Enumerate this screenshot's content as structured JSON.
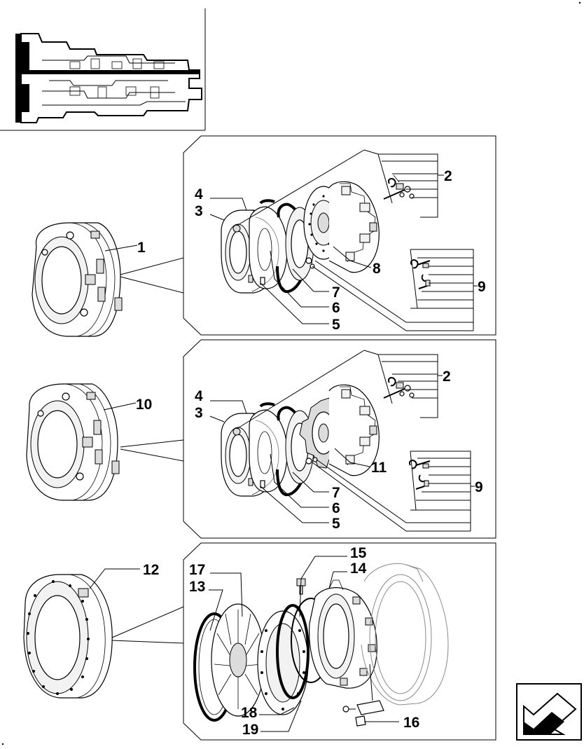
{
  "diagram": {
    "callouts": {
      "c1": "1",
      "c2a": "2",
      "c3a": "3",
      "c4a": "4",
      "c5a": "5",
      "c6a": "6",
      "c7a": "7",
      "c8": "8",
      "c9a": "9",
      "c10": "10",
      "c2b": "2",
      "c3b": "3",
      "c4b": "4",
      "c5b": "5",
      "c6b": "6",
      "c7b": "7",
      "c9b": "9",
      "c11": "11",
      "c12": "12",
      "c13": "13",
      "c14": "14",
      "c15": "15",
      "c16": "16",
      "c17": "17",
      "c18": "18",
      "c19": "19"
    },
    "nav": {
      "icon": "back-arrow-icon"
    }
  }
}
